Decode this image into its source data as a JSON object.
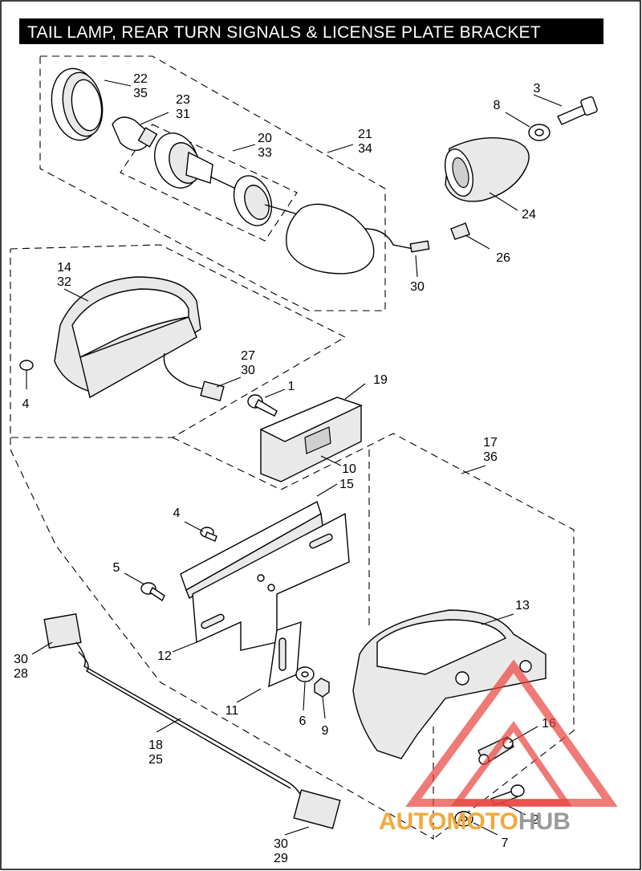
{
  "title": "TAIL LAMP, REAR TURN SIGNALS & LICENSE PLATE BRACKET",
  "callouts": [
    {
      "id": "c-22-35",
      "lines": [
        "22",
        "35"
      ]
    },
    {
      "id": "c-23-31",
      "lines": [
        "23",
        "31"
      ]
    },
    {
      "id": "c-20-33",
      "lines": [
        "20",
        "33"
      ]
    },
    {
      "id": "c-21-34",
      "lines": [
        "21",
        "34"
      ]
    },
    {
      "id": "c-3",
      "lines": [
        "3"
      ]
    },
    {
      "id": "c-8",
      "lines": [
        "8"
      ]
    },
    {
      "id": "c-24",
      "lines": [
        "24"
      ]
    },
    {
      "id": "c-26",
      "lines": [
        "26"
      ]
    },
    {
      "id": "c-30a",
      "lines": [
        "30"
      ]
    },
    {
      "id": "c-14-32",
      "lines": [
        "14",
        "32"
      ]
    },
    {
      "id": "c-27-30",
      "lines": [
        "27",
        "30"
      ]
    },
    {
      "id": "c-4a",
      "lines": [
        "4"
      ]
    },
    {
      "id": "c-1",
      "lines": [
        "1"
      ]
    },
    {
      "id": "c-19",
      "lines": [
        "19"
      ]
    },
    {
      "id": "c-17-36",
      "lines": [
        "17",
        "36"
      ]
    },
    {
      "id": "c-10",
      "lines": [
        "10"
      ]
    },
    {
      "id": "c-15",
      "lines": [
        "15"
      ]
    },
    {
      "id": "c-4b",
      "lines": [
        "4"
      ]
    },
    {
      "id": "c-5",
      "lines": [
        "5"
      ]
    },
    {
      "id": "c-13",
      "lines": [
        "13"
      ]
    },
    {
      "id": "c-30-28",
      "lines": [
        "30",
        "28"
      ]
    },
    {
      "id": "c-12",
      "lines": [
        "12"
      ]
    },
    {
      "id": "c-16",
      "lines": [
        "16"
      ]
    },
    {
      "id": "c-11",
      "lines": [
        "11"
      ]
    },
    {
      "id": "c-6",
      "lines": [
        "6"
      ]
    },
    {
      "id": "c-9",
      "lines": [
        "9"
      ]
    },
    {
      "id": "c-18-25",
      "lines": [
        "18",
        "25"
      ]
    },
    {
      "id": "c-2",
      "lines": [
        "2"
      ]
    },
    {
      "id": "c-7",
      "lines": [
        "7"
      ]
    },
    {
      "id": "c-30-29",
      "lines": [
        "30",
        "29"
      ]
    }
  ],
  "watermark": {
    "part1": "AUTOMOTO",
    "part2": "HUB",
    "color_primary": "#f2a93b",
    "color_secondary": "#9a9a9a",
    "color_triangle": "#e8413c"
  }
}
